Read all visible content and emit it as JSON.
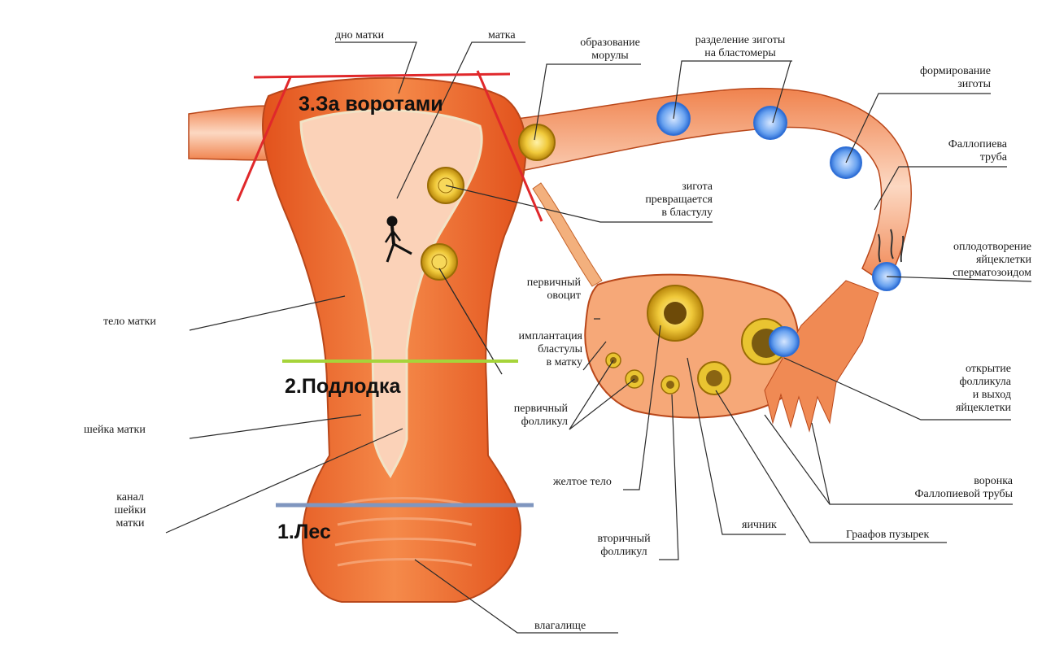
{
  "labels": {
    "dno_matki": "дно матки",
    "matka": "матка",
    "obrazovanie_moruly": "образование\nморулы",
    "razdelenie_zigoty": "разделение зиготы\nна бластомеры",
    "formirovanie_zigoty": "формирование\nзиготы",
    "fallopieva_truba": "Фаллопиева\nтруба",
    "zigota_v_blastulu": "зигота\nпревращается\nв бластулу",
    "oplodotvorenie": "оплодотворение\nяйцеклетки\nсперматозоидом",
    "pervichnyi_ovocit": "первичный\nовоцит",
    "implantaciya": "имплантация\nбластулы\nв матку",
    "telo_matki": "тело матки",
    "otkrytie_follikula": "открытие\nфолликула\nи выход\nяйцеклетки",
    "pervichnyi_follikul": "первичный\nфолликул",
    "sheika_matki": "шейка матки",
    "zheltoe_telo": "желтое тело",
    "voronka": "воронка\nФаллопиевой трубы",
    "kanal_sheiki": "канал\nшейки\nматки",
    "yaichnik": "яичник",
    "graafov_puzyrek": "Граафов пузырек",
    "vtorichnyi_follikul": "вторичный\nфолликул",
    "vlagalishche": "влагалище"
  },
  "zones": {
    "zone3": "3.За воротами",
    "zone2": "2.Подлодка",
    "zone1": "1.Лес"
  },
  "colors": {
    "zone3_line": "#e0282b",
    "zone2_line": "#a6d43a",
    "zone1_line": "#7f96bf",
    "tissue_outer": "#ef6a22",
    "tissue_inner": "#fbd2b8",
    "follicle": "#e9c431",
    "blastomere": "#3d7de0"
  },
  "icons": {
    "figure": "walking-person-icon"
  }
}
